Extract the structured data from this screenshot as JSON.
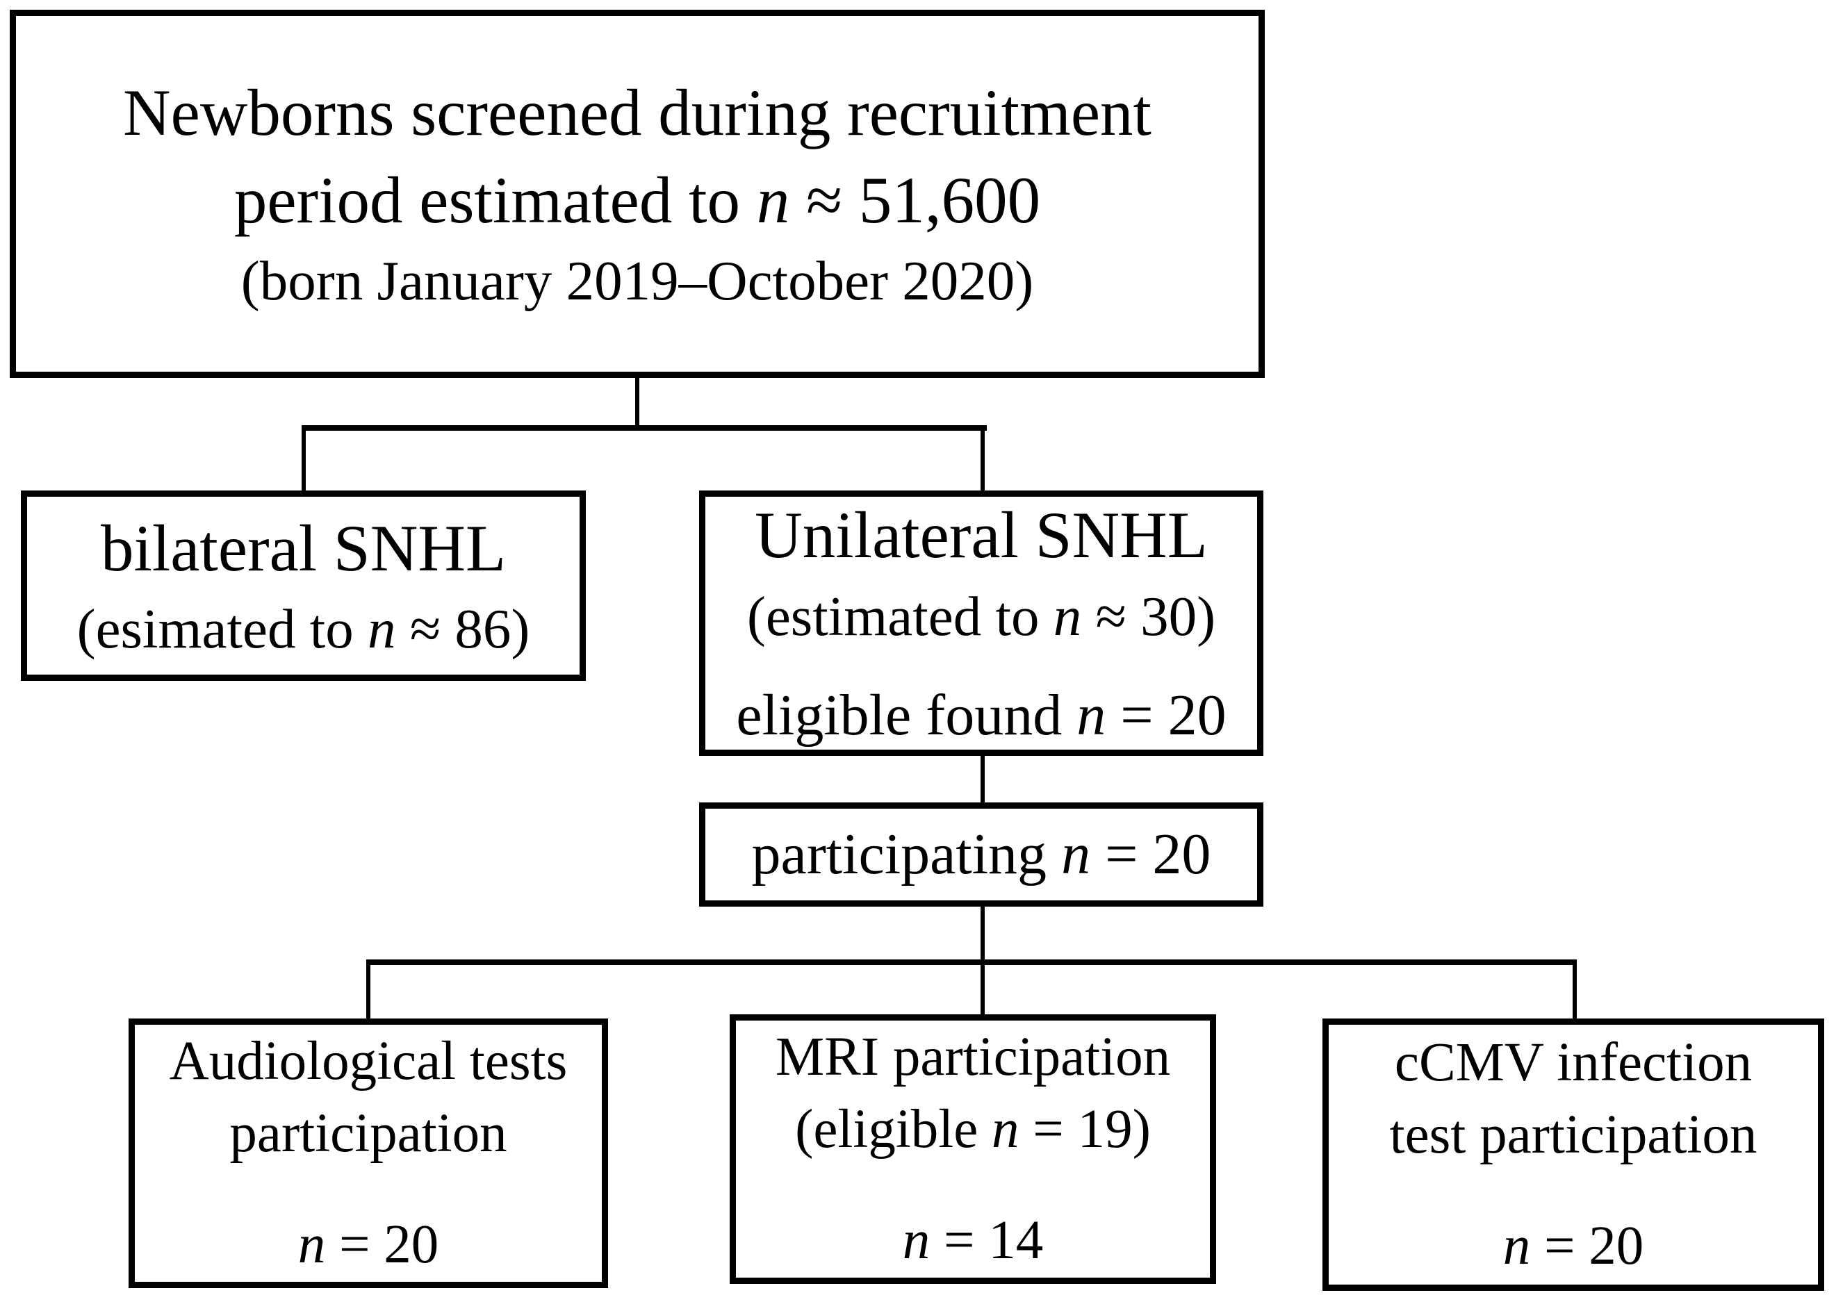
{
  "palette": {
    "line_color": "#000000",
    "background_color": "#ffffff"
  },
  "boxes": {
    "newborns": {
      "line1": "Newborns screened during recruitment",
      "line2_pre": "period estimated to ",
      "line2_var": "n",
      "line2_post": " ≈ 51,600",
      "line3": "(born January 2019–October 2020)"
    },
    "bilateral": {
      "line1": "bilateral SNHL",
      "line2_pre": "(esimated to ",
      "line2_var": "n",
      "line2_post": " ≈ 86)"
    },
    "unilateral": {
      "line1": "Unilateral SNHL",
      "line2_pre": "(estimated to ",
      "line2_var": "n",
      "line2_post": " ≈ 30)",
      "line3_pre": "eligible found ",
      "line3_var": "n",
      "line3_post": " = 20"
    },
    "participating": {
      "line1_pre": "participating ",
      "line1_var": "n",
      "line1_post": " = 20"
    },
    "audiological": {
      "line1": "Audiological tests",
      "line2": "participation",
      "count_var": "n",
      "count_post": " = 20"
    },
    "mri": {
      "line1": "MRI participation",
      "line2_pre": "(eligible ",
      "line2_var": "n",
      "line2_post": " = 19)",
      "count_var": "n",
      "count_post": " = 14"
    },
    "ccmv": {
      "line1": "cCMV infection",
      "line2": "test participation",
      "count_var": "n",
      "count_post": " = 20"
    }
  }
}
